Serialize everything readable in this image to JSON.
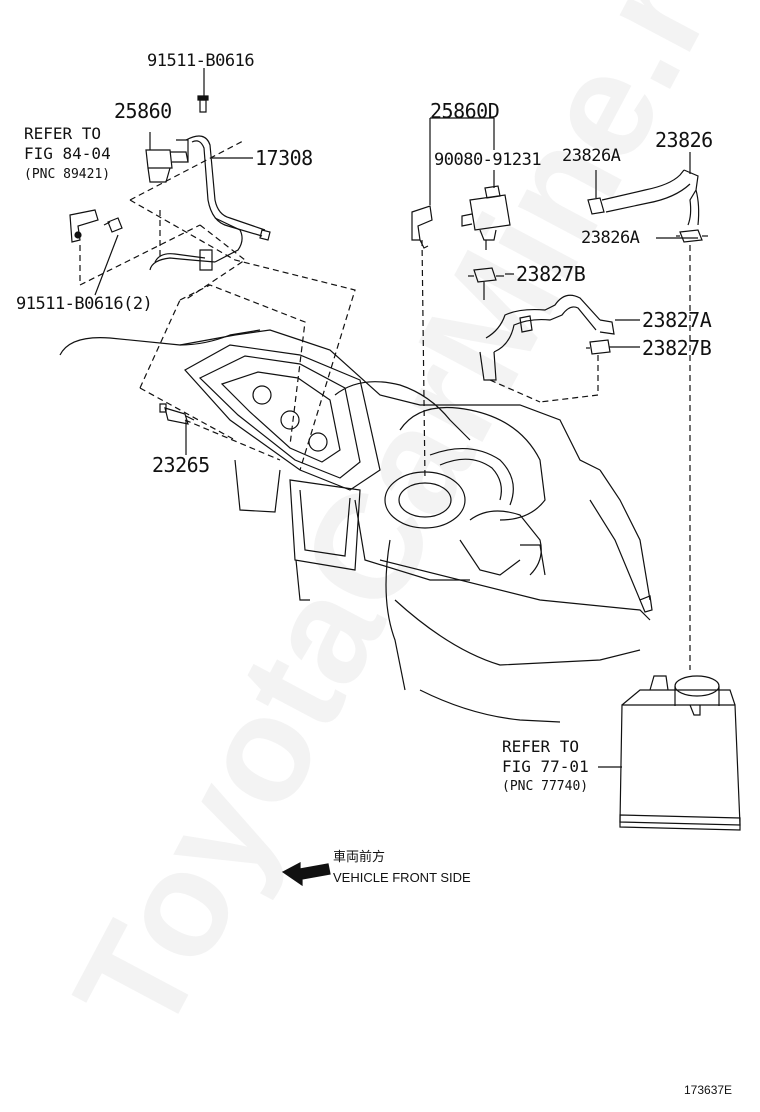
{
  "diagram": {
    "parts": {
      "p91511_top": "91511-B0616",
      "p25860": "25860",
      "p17308": "17308",
      "p91511_2": "91511-B0616(2)",
      "p23265": "23265",
      "p25860D": "25860D",
      "p90080": "90080-91231",
      "p23826A_top": "23826A",
      "p23826": "23826",
      "p23826A_mid": "23826A",
      "p23827B_top": "23827B",
      "p23827A": "23827A",
      "p23827B_bot": "23827B"
    },
    "refer_left": {
      "line1": "REFER TO",
      "line2": "FIG 84-04",
      "line3": "(PNC 89421)"
    },
    "refer_right": {
      "line1": "REFER TO",
      "line2": "FIG 77-01",
      "line3": "(PNC 77740)"
    },
    "direction": {
      "jp": "車両前方",
      "en": "VEHICLE FRONT SIDE"
    },
    "figure_number": "173637E",
    "watermark": "ToyotaCarMine.ru"
  }
}
